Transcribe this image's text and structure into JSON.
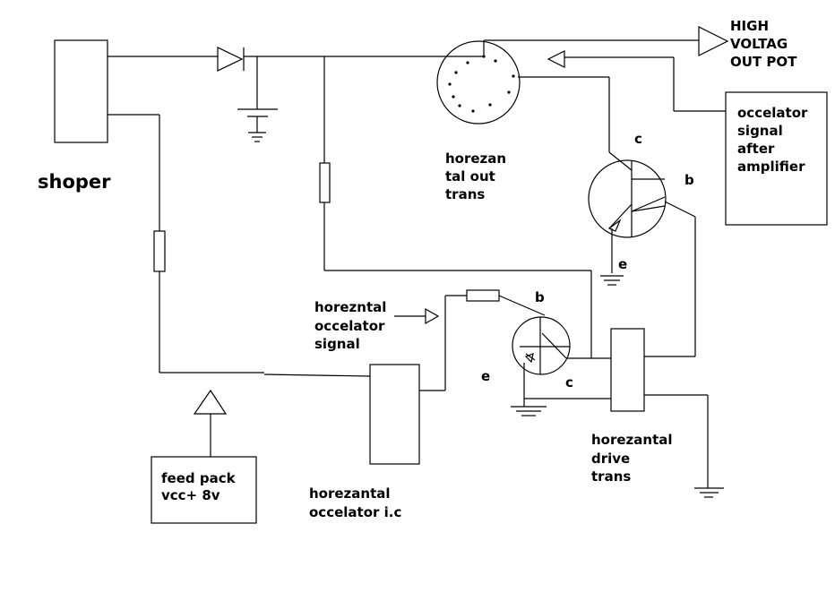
{
  "labels": {
    "shoper": "shoper",
    "high_voltage_line1": "HIGH",
    "high_voltage_line2": "VOLTAG",
    "high_voltage_line3": "OUT POT",
    "osc_after_amp_line1": "occelator",
    "osc_after_amp_line2": "signal",
    "osc_after_amp_line3": "after",
    "osc_after_amp_line4": "amplifier",
    "hot_line1": "horezan",
    "hot_line2": "tal out",
    "hot_line3": "trans",
    "out_c": "c",
    "out_b": "b",
    "out_e": "e",
    "osc_signal_line1": "horezntal",
    "osc_signal_line2": "occelator",
    "osc_signal_line3": "signal",
    "drv_b": "b",
    "drv_e": "e",
    "drv_c": "c",
    "drive_trans_line1": "horezantal",
    "drive_trans_line2": "drive",
    "drive_trans_line3": "trans",
    "feed_line1": "feed pack",
    "feed_line2": "vcc+ 8v",
    "osc_ic_line1": "horezantal",
    "osc_ic_line2": "occelator i.c"
  },
  "colors": {
    "ink": "#000000",
    "paper": "#ffffff"
  }
}
